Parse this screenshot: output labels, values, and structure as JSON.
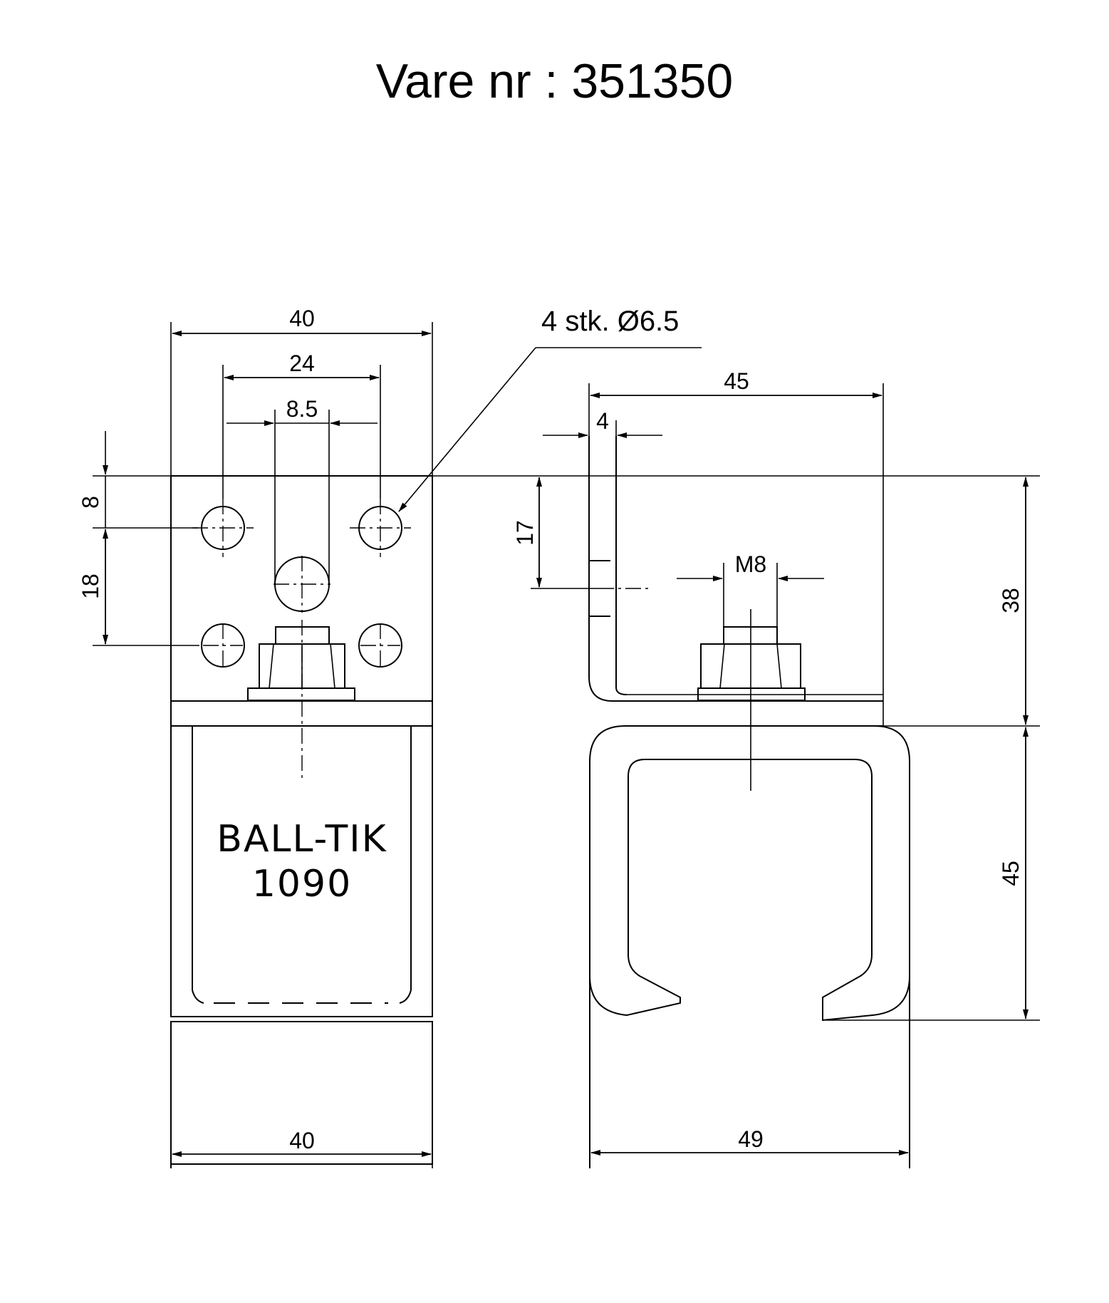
{
  "title": "Vare nr :  351350",
  "holes_note": "4 stk. Ø6.5",
  "front_view": {
    "dim_top_width": "40",
    "dim_hole_spacing": "24",
    "dim_slot_width": "8.5",
    "dim_hole_top_offset": "8",
    "dim_hole_vertical_spacing": "18",
    "dim_bottom_width": "40",
    "brand_line1": "BALL-TIK",
    "brand_line2": "1090"
  },
  "side_view": {
    "dim_plate_width": "45",
    "dim_plate_thickness": "4",
    "dim_slot_height": "17",
    "dim_bolt": "M8",
    "dim_upper_height": "38",
    "dim_lower_height": "45",
    "dim_bottom_width": "49"
  }
}
